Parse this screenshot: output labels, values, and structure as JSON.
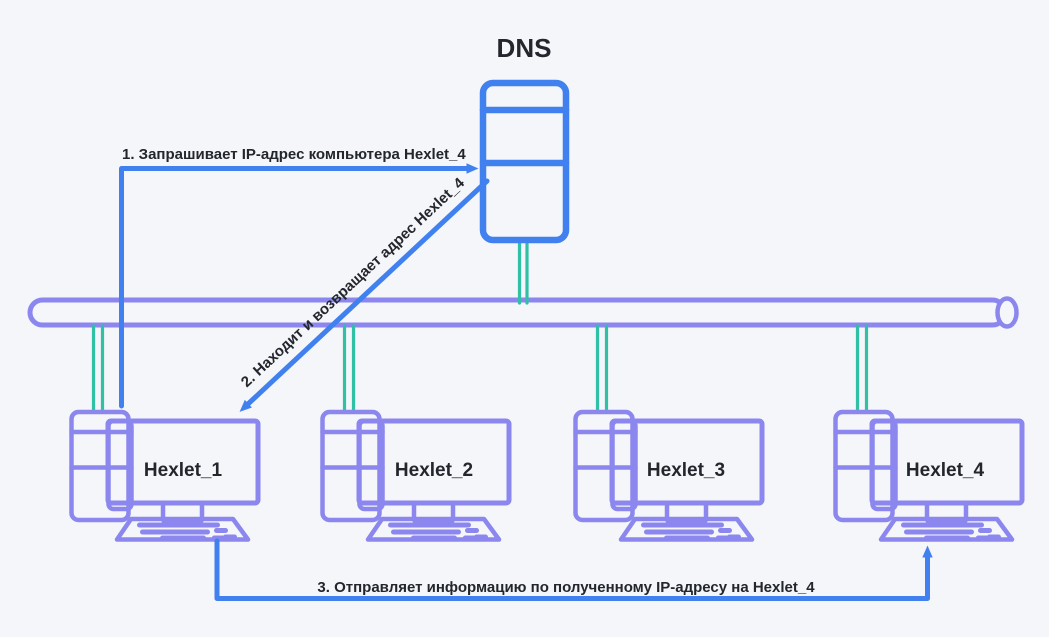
{
  "diagram": {
    "title": "DNS",
    "server": {
      "icon": "server-icon"
    },
    "computers": [
      {
        "label": "Hexlet_1",
        "icon": "computer-icon"
      },
      {
        "label": "Hexlet_2",
        "icon": "computer-icon"
      },
      {
        "label": "Hexlet_3",
        "icon": "computer-icon"
      },
      {
        "label": "Hexlet_4",
        "icon": "computer-icon"
      }
    ],
    "bus": {
      "icon": "network-bus-pipe-icon"
    },
    "arrows": [
      {
        "step": "1",
        "label": "1. Запрашивает IP-адрес компьютера Hexlet_4"
      },
      {
        "step": "2",
        "label": "2. Находит и возвращает адрес Hexlet_4"
      },
      {
        "step": "3",
        "label": "3. Отправляет информацию по полученному IP-адресу на Hexlet_4"
      }
    ]
  },
  "colors": {
    "blue": "#4080ef",
    "purple": "#8b87ee",
    "teal": "#2fc0a5",
    "background": "#f4f6f9",
    "text": "#23262d"
  }
}
